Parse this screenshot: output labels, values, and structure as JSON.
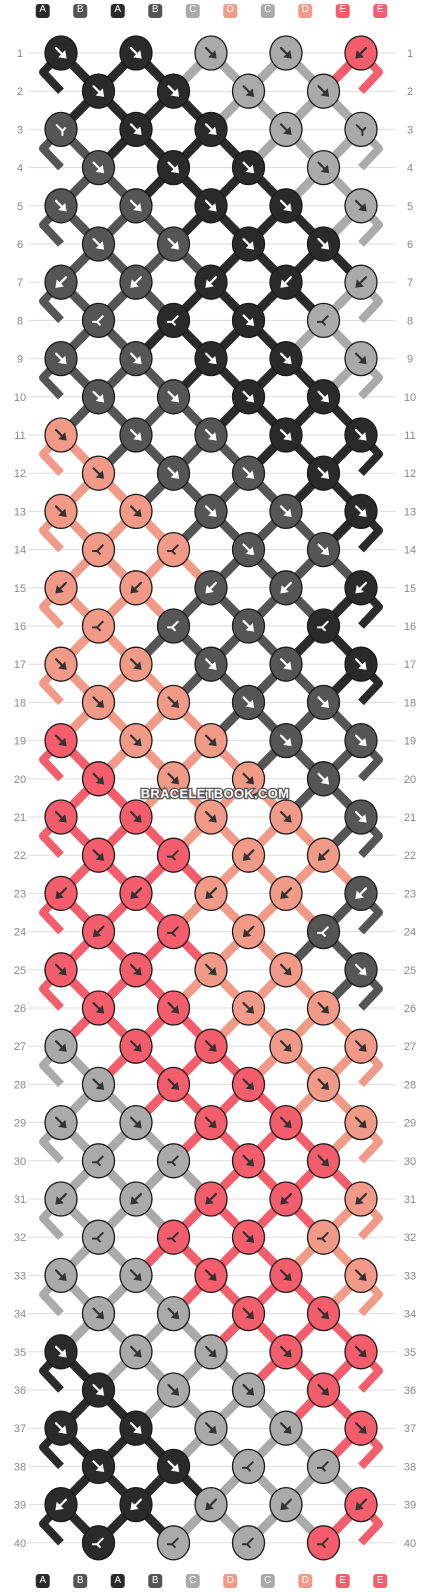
{
  "watermark": "BRACELETBOOK.COM",
  "colors": {
    "A": "#2a2a2a",
    "B": "#555555",
    "C": "#aaaaaa",
    "D": "#f29a88",
    "E": "#f45d6b",
    "row_line": "#dddddd",
    "row_label": "#888888"
  },
  "column_labels": [
    "A",
    "B",
    "A",
    "B",
    "C",
    "D",
    "C",
    "D",
    "E",
    "E"
  ],
  "row_labels": [
    "1",
    "2",
    "3",
    "4",
    "5",
    "6",
    "7",
    "8",
    "9",
    "10",
    "11",
    "12",
    "13",
    "14",
    "15",
    "16",
    "17",
    "18",
    "19",
    "20",
    "21",
    "22",
    "23",
    "24",
    "25",
    "26",
    "27",
    "28",
    "29",
    "30",
    "31",
    "32",
    "33",
    "34",
    "35",
    "36",
    "37",
    "38",
    "39",
    "40"
  ],
  "knots": [
    [
      "A:SE",
      "A:SE",
      "C:SE",
      "C:SE",
      "E:SW"
    ],
    [
      "A:SE",
      "A:SE",
      "C:SE",
      "C:SE"
    ],
    [
      "B:FW",
      "A:SE",
      "A:SE",
      "C:SE",
      "C:FW"
    ],
    [
      "B:SE",
      "A:SE",
      "A:SE",
      "C:SE"
    ],
    [
      "B:SE",
      "B:SE",
      "A:SE",
      "A:SE",
      "C:SE"
    ],
    [
      "B:SE",
      "B:SE",
      "A:SE",
      "A:SE"
    ],
    [
      "B:SW",
      "B:SW",
      "A:SW",
      "A:SW",
      "C:SW"
    ],
    [
      "B:BW",
      "A:BW",
      "A:SE",
      "C:BW"
    ],
    [
      "B:SE",
      "B:SE",
      "A:SE",
      "A:SE",
      "C:SE"
    ],
    [
      "B:SE",
      "B:SE",
      "A:SE",
      "A:SE"
    ],
    [
      "D:SE",
      "B:SE",
      "B:SE",
      "A:SE",
      "A:SE"
    ],
    [
      "D:SE",
      "B:SE",
      "B:SE",
      "A:SE"
    ],
    [
      "D:SE",
      "D:SE",
      "B:SE",
      "B:SE",
      "A:SE"
    ],
    [
      "D:BW",
      "D:BW",
      "B:SE",
      "B:SE"
    ],
    [
      "D:SW",
      "D:SW",
      "B:SW",
      "B:SW",
      "A:SW"
    ],
    [
      "D:BW",
      "B:BW",
      "B:SE",
      "A:BW"
    ],
    [
      "D:SE",
      "D:SE",
      "B:SE",
      "B:SE",
      "A:SE"
    ],
    [
      "D:SE",
      "D:SE",
      "B:SE",
      "B:SE"
    ],
    [
      "E:SE",
      "D:SE",
      "D:SE",
      "B:SE",
      "B:SE"
    ],
    [
      "E:SE",
      "D:SE",
      "D:SE",
      "B:SE"
    ],
    [
      "E:SE",
      "E:SE",
      "D:SE",
      "D:SE",
      "B:SE"
    ],
    [
      "E:SE",
      "E:BW",
      "D:SW",
      "D:SW"
    ],
    [
      "E:SW",
      "E:SW",
      "D:SW",
      "D:SW",
      "B:SW"
    ],
    [
      "E:SW",
      "E:BW",
      "D:SW",
      "B:BW"
    ],
    [
      "E:SE",
      "E:SE",
      "D:SE",
      "D:SE",
      "B:SE"
    ],
    [
      "E:SE",
      "E:SE",
      "D:SE",
      "D:SE"
    ],
    [
      "C:SE",
      "E:SE",
      "E:SE",
      "D:SE",
      "D:SE"
    ],
    [
      "C:SE",
      "E:SE",
      "E:SE",
      "D:SE"
    ],
    [
      "C:SE",
      "C:SE",
      "E:SE",
      "E:SE",
      "D:SE"
    ],
    [
      "C:BW",
      "C:BW",
      "E:SE",
      "E:SE"
    ],
    [
      "C:SW",
      "C:SW",
      "E:SW",
      "E:SW",
      "D:SW"
    ],
    [
      "C:BW",
      "E:BW",
      "E:SE",
      "D:BW"
    ],
    [
      "C:SE",
      "C:SE",
      "E:SE",
      "E:SE",
      "D:SE"
    ],
    [
      "C:SE",
      "C:SE",
      "E:SE",
      "E:SE"
    ],
    [
      "A:SE",
      "C:SE",
      "C:SE",
      "E:SE",
      "E:SE"
    ],
    [
      "A:SE",
      "C:SE",
      "C:SE",
      "E:SE"
    ],
    [
      "A:SE",
      "A:SE",
      "C:SE",
      "C:SE",
      "E:SE"
    ],
    [
      "A:SE",
      "A:SE",
      "C:BW",
      "C:BW"
    ],
    [
      "A:SW",
      "A:SW",
      "C:SW",
      "C:SW",
      "E:SW"
    ],
    [
      "A:BW",
      "C:BW",
      "C:BW",
      "E:BW"
    ]
  ]
}
